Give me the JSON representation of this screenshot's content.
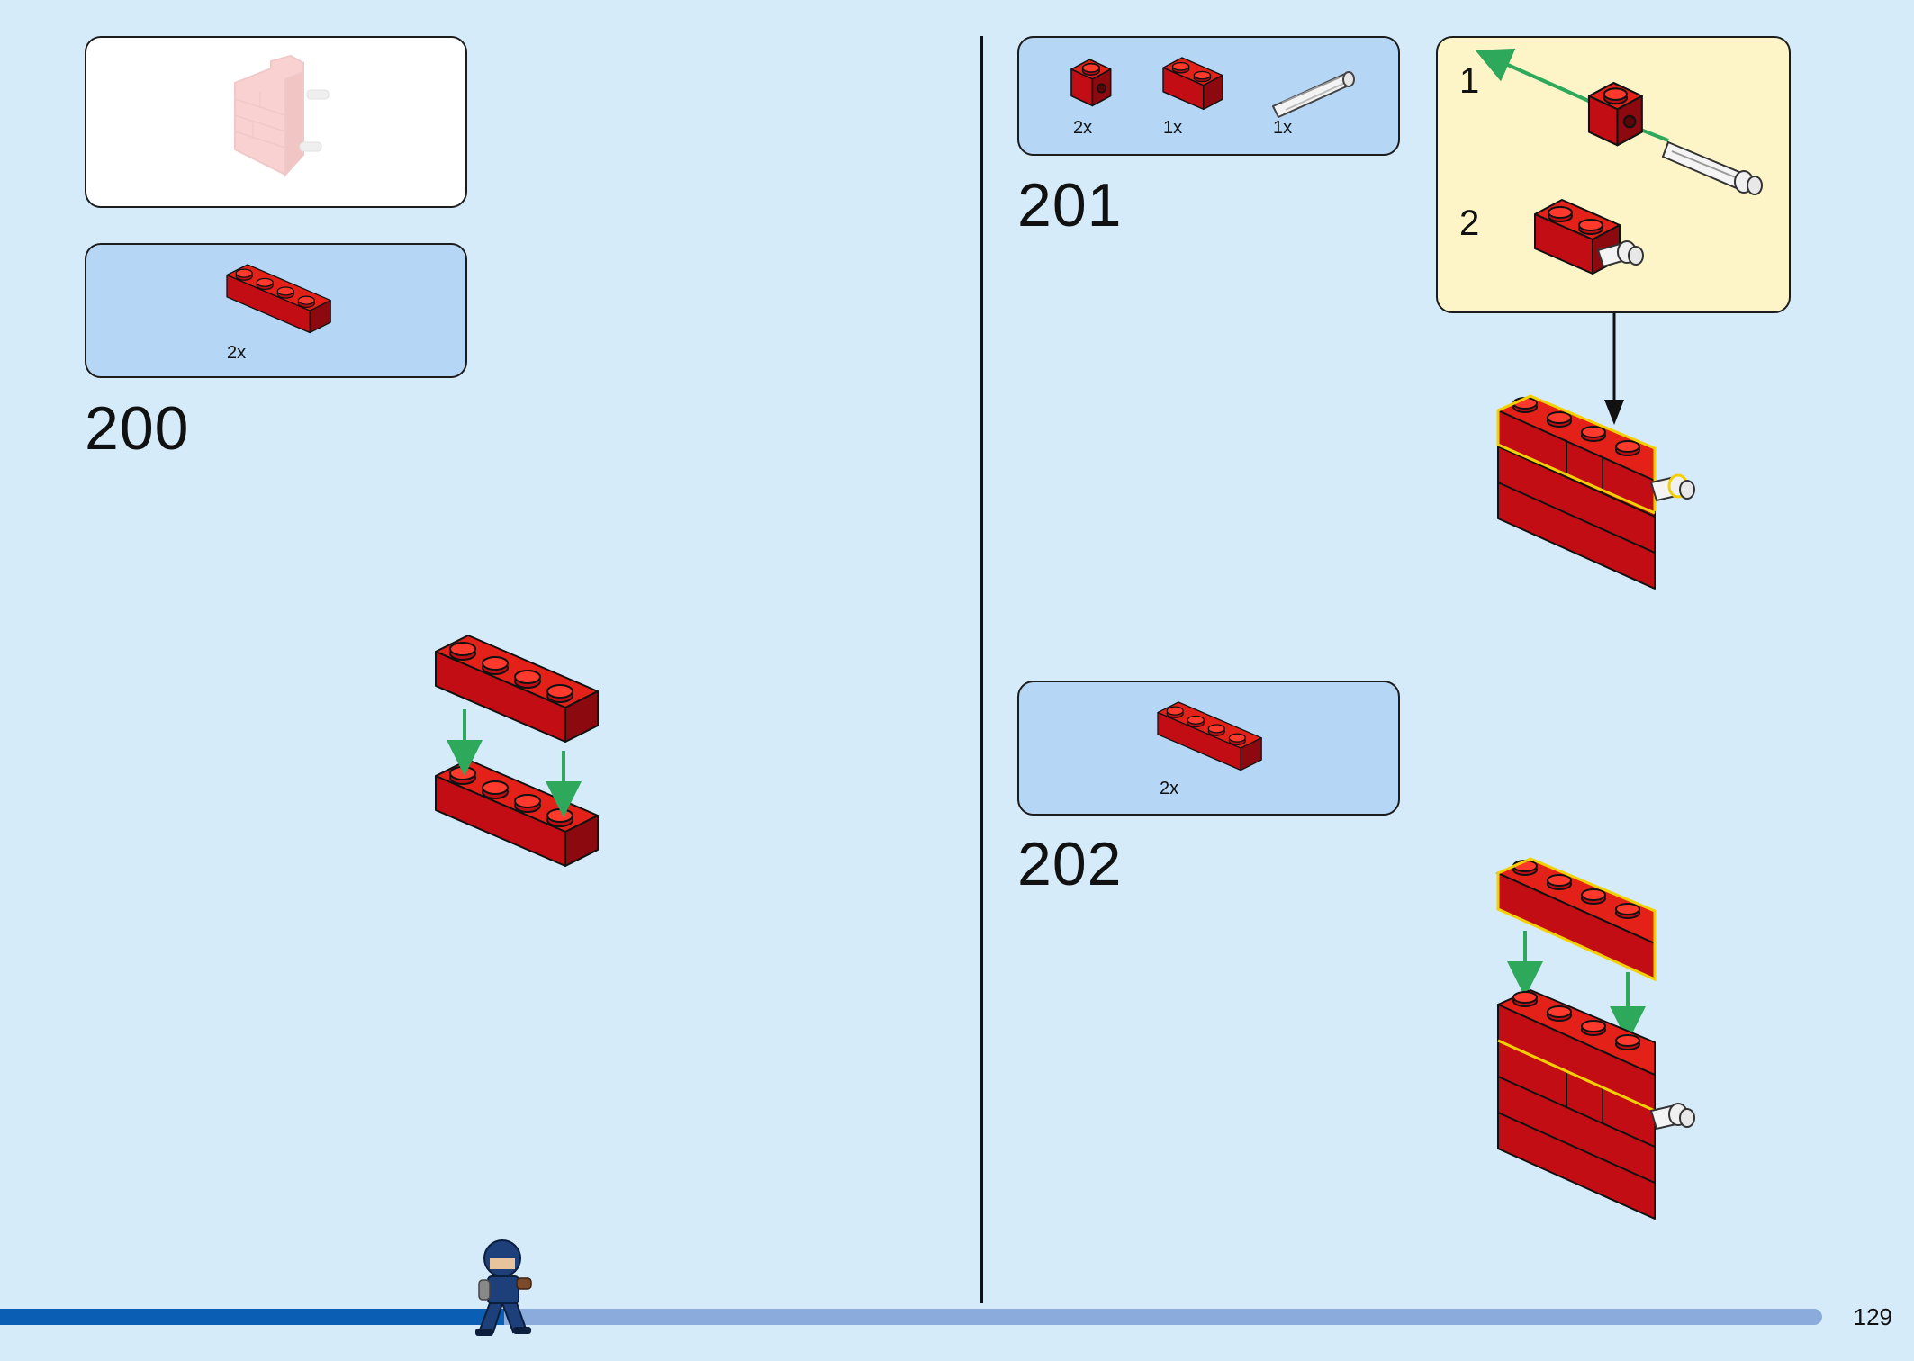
{
  "page": {
    "number": "129"
  },
  "steps": [
    {
      "number": "200",
      "parts": [
        {
          "qty": "2x",
          "part": "red-1x4-brick"
        }
      ]
    },
    {
      "number": "201",
      "parts": [
        {
          "qty": "2x",
          "part": "red-1x1-technic-brick"
        },
        {
          "qty": "1x",
          "part": "red-1x2-brick"
        },
        {
          "qty": "1x",
          "part": "light-gray-technic-pin"
        }
      ],
      "callout": {
        "substeps": [
          "1",
          "2"
        ]
      }
    },
    {
      "number": "202",
      "parts": [
        {
          "qty": "2x",
          "part": "red-1x4-brick"
        }
      ]
    }
  ],
  "colors": {
    "background": "#d5ebfa",
    "parts_box": "#b5d6f4",
    "callout": "#fdf5c8",
    "brick_red": "#d0101a",
    "arrow_green": "#2ea85a",
    "highlight_yellow": "#f3d000",
    "progress_done": "#0a5fb4",
    "progress_remaining": "#8aabdb"
  },
  "icons": [
    "minifigure-icon"
  ]
}
